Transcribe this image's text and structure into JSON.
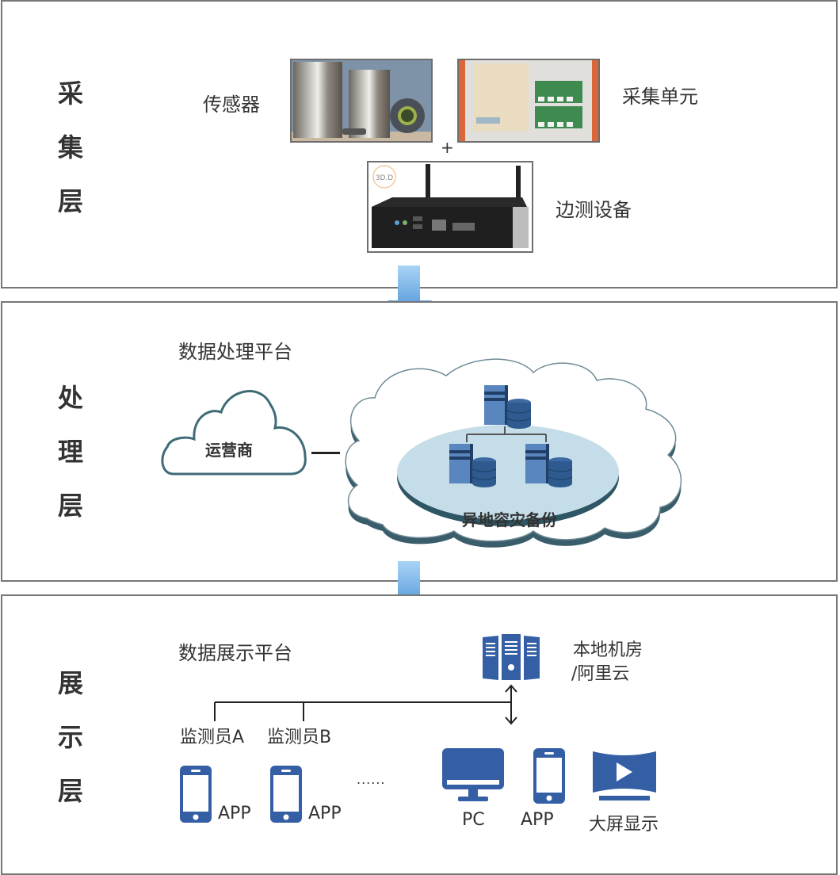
{
  "layers": [
    {
      "id": "collection",
      "label_chars": [
        "采",
        "集",
        "层"
      ],
      "items": {
        "sensor_label": "传感器",
        "collector_label": "采集单元",
        "plus": "+",
        "edge_label": "边测设备",
        "edge_sticker": "3D.D"
      }
    },
    {
      "id": "processing",
      "label_chars": [
        "处",
        "理",
        "层"
      ],
      "items": {
        "platform_title": "数据处理平台",
        "carrier_cloud_label": "运营商",
        "backup_label": "异地容灾备份"
      }
    },
    {
      "id": "display",
      "label_chars": [
        "展",
        "示",
        "层"
      ],
      "items": {
        "platform_title": "数据展示平台",
        "server_label_line1": "本地机房",
        "server_label_line2": "/阿里云",
        "inspector_a": "监测员A",
        "inspector_b": "监测员B",
        "app_a": "APP",
        "app_b": "APP",
        "ellipsis": "......",
        "pc_label": "PC",
        "app_label": "APP",
        "bigscreen_label": "大屏显示"
      }
    }
  ],
  "colors": {
    "icon_blue": "#345fa5",
    "panel_border": "#767676",
    "arrow_top": "#a9d4f5",
    "arrow_bottom": "#2f7fd0",
    "cloud_stroke": "#3f6b78",
    "ellipse_fill": "#c5dde8",
    "server_blue": "#5a86bf"
  }
}
